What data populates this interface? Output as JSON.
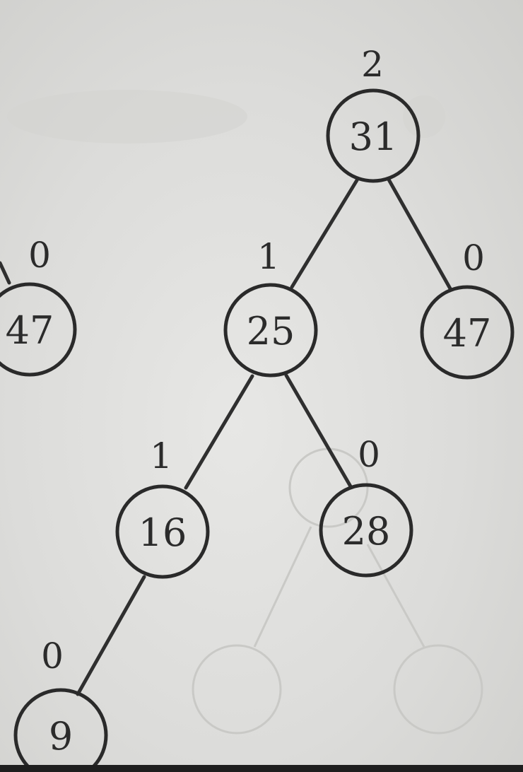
{
  "tree": {
    "nodes": [
      {
        "id": "edge-left-47",
        "value": "47",
        "balance": "0"
      },
      {
        "id": "root-31",
        "value": "31",
        "balance": "2"
      },
      {
        "id": "25",
        "value": "25",
        "balance": "1"
      },
      {
        "id": "right-47",
        "value": "47",
        "balance": "0"
      },
      {
        "id": "16",
        "value": "16",
        "balance": "1"
      },
      {
        "id": "28",
        "value": "28",
        "balance": "0"
      },
      {
        "id": "9",
        "value": "9",
        "balance": "0"
      }
    ],
    "edges": [
      [
        "root-31",
        "25"
      ],
      [
        "root-31",
        "right-47"
      ],
      [
        "25",
        "16"
      ],
      [
        "25",
        "28"
      ],
      [
        "16",
        "9"
      ]
    ]
  }
}
